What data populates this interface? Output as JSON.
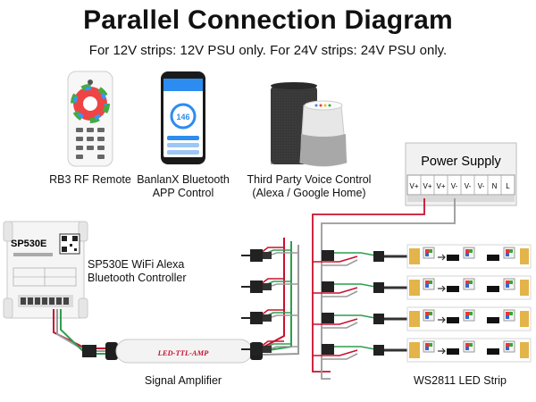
{
  "title": "Parallel Connection Diagram",
  "subtitle": "For 12V strips: 12V PSU only. For 24V strips: 24V PSU only.",
  "devices": {
    "remote_label": "RB3 RF Remote",
    "app_label_line1": "BanlanX Bluetooth",
    "app_label_line2": "APP Control",
    "phone_reading": "146",
    "voice_label_line1": "Third Party Voice Control",
    "voice_label_line2": "(Alexa / Google Home)"
  },
  "power_supply": {
    "label": "Power Supply",
    "terminals": [
      "V+",
      "V+",
      "V+",
      "V-",
      "V-",
      "V-",
      "N",
      "L"
    ]
  },
  "controller": {
    "model": "SP530E",
    "label_line1": "SP530E WiFi Alexa",
    "label_line2": "Bluetooth Controller"
  },
  "amplifier": {
    "body_text": "LED-TTL-AMP",
    "label": "Signal Amplifier"
  },
  "strip": {
    "label": "WS2811 LED Strip",
    "rows": 4
  },
  "colors": {
    "red_wire": "#c8102e",
    "green_wire": "#2e9e4e",
    "white_wire": "#9a9a9a",
    "dark": "#222222"
  }
}
